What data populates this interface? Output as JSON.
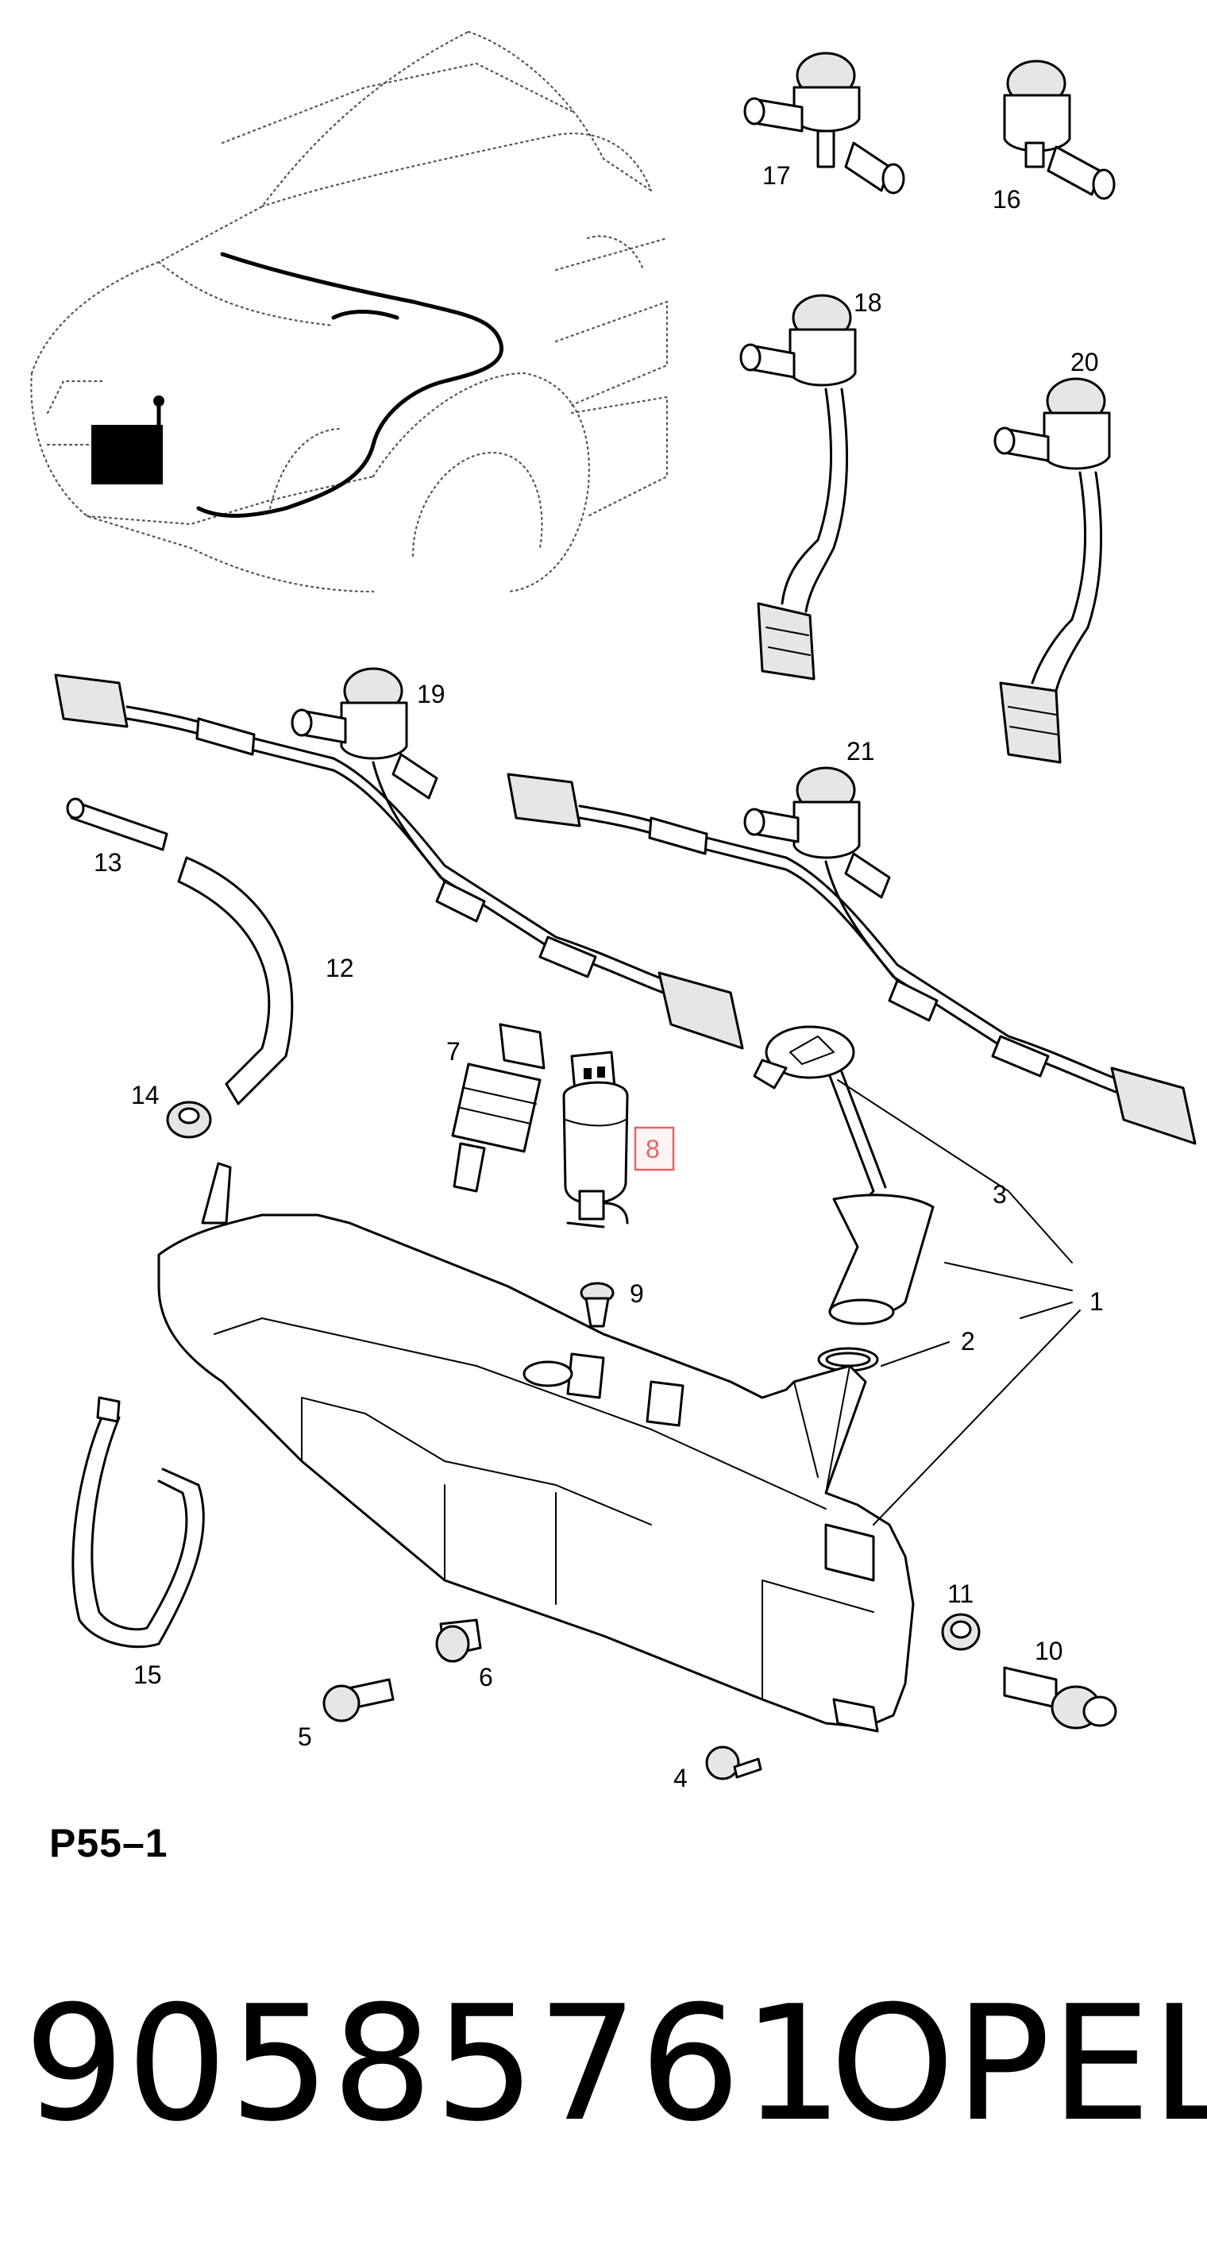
{
  "diagram": {
    "figure_label": "P55–1",
    "part_number": "90585761",
    "brand": "OPEL",
    "highlighted_callout": "8",
    "callouts": [
      "1",
      "2",
      "3",
      "4",
      "5",
      "6",
      "7",
      "8",
      "9",
      "10",
      "11",
      "12",
      "13",
      "14",
      "15",
      "16",
      "17",
      "18",
      "19",
      "20",
      "21"
    ],
    "highlight_color": "#e06666"
  }
}
